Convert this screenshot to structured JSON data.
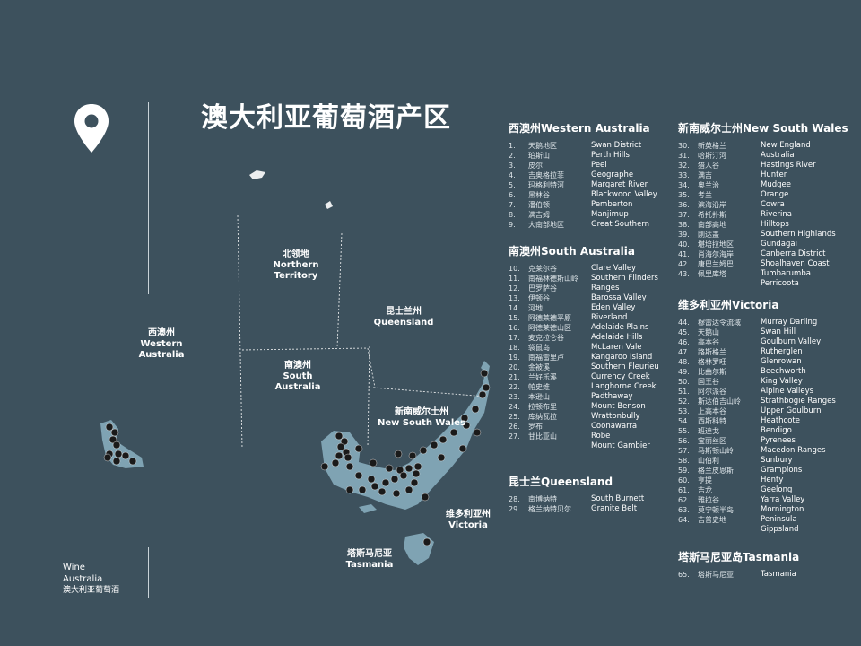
{
  "title": "澳大利亚葡萄酒产区",
  "brand": {
    "line1": "Wine",
    "line2": "Australia",
    "line3": "澳大利亚葡萄酒"
  },
  "map": {
    "land_color": "#7fa3b3",
    "marker_color": "#1a1a1a",
    "states": {
      "nt": {
        "cn": "北领地",
        "en1": "Northern",
        "en2": "Territory"
      },
      "wa": {
        "cn": "西澳州",
        "en1": "Western",
        "en2": "Australia"
      },
      "qld": {
        "cn": "昆士兰州",
        "en1": "Queensland"
      },
      "sa": {
        "cn": "南澳州",
        "en1": "South",
        "en2": "Australia"
      },
      "nsw": {
        "cn": "新南威尔士州",
        "en1": "New South Wales"
      },
      "vic": {
        "cn": "维多利亚州",
        "en1": "Victoria"
      },
      "tas": {
        "cn": "塔斯马尼亚",
        "en1": "Tasmania"
      }
    }
  },
  "sections": {
    "wa": {
      "title": "西澳州Western Australia",
      "regions": [
        {
          "num": "1.",
          "cn": "天鹅地区",
          "en": "Swan District"
        },
        {
          "num": "2.",
          "cn": "珀斯山",
          "en": "Perth Hills"
        },
        {
          "num": "3.",
          "cn": "皮尔",
          "en": "Peel"
        },
        {
          "num": "4.",
          "cn": "吉奥格拉菲",
          "en": "Geographe"
        },
        {
          "num": "5.",
          "cn": "玛格利特河",
          "en": "Margaret River"
        },
        {
          "num": "6.",
          "cn": "黑林谷",
          "en": "Blackwood Valley"
        },
        {
          "num": "7.",
          "cn": "潘伯顿",
          "en": "Pemberton"
        },
        {
          "num": "8.",
          "cn": "满吉姆",
          "en": "Manjimup"
        },
        {
          "num": "9.",
          "cn": "大南部地区",
          "en": "Great Southern"
        }
      ]
    },
    "sa": {
      "title": "南澳州South Australia",
      "regions": [
        {
          "num": "10.",
          "cn": "克莱尔谷",
          "en": "Clare Valley"
        },
        {
          "num": "11.",
          "cn": "南福林德斯山岭",
          "en": "Southern Flinders"
        },
        {
          "num": "12.",
          "cn": "巴罗萨谷",
          "en": "Ranges"
        },
        {
          "num": "13.",
          "cn": "伊顿谷",
          "en": "Barossa Valley"
        },
        {
          "num": "14.",
          "cn": "河地",
          "en": "Eden Valley"
        },
        {
          "num": "15.",
          "cn": "阿德莱德平原",
          "en": "Riverland"
        },
        {
          "num": "16.",
          "cn": "阿德莱德山区",
          "en": "Adelaide Plains"
        },
        {
          "num": "17.",
          "cn": "麦克拉仑谷",
          "en": "Adelaide Hills"
        },
        {
          "num": "18.",
          "cn": "袋鼠岛",
          "en": "McLaren Vale"
        },
        {
          "num": "19.",
          "cn": "南福雷里卢",
          "en": "Kangaroo Island"
        },
        {
          "num": "20.",
          "cn": "金被溪",
          "en": "Southern Fleurieu"
        },
        {
          "num": "21.",
          "cn": "兰好乐溪",
          "en": "Currency Creek"
        },
        {
          "num": "22.",
          "cn": "帕史维",
          "en": "Langhorne Creek"
        },
        {
          "num": "23.",
          "cn": "本逊山",
          "en": "Padthaway"
        },
        {
          "num": "24.",
          "cn": "拉顿布里",
          "en": "Mount Benson"
        },
        {
          "num": "25.",
          "cn": "库纳瓦拉",
          "en": "Wrattonbully"
        },
        {
          "num": "26.",
          "cn": "罗布",
          "en": "Coonawarra"
        },
        {
          "num": "27.",
          "cn": "甘比亚山",
          "en": "Robe"
        },
        {
          "num": "",
          "cn": "",
          "en": "Mount Gambier"
        }
      ]
    },
    "qld": {
      "title": "昆士兰Queensland",
      "regions": [
        {
          "num": "28.",
          "cn": "南博纳特",
          "en": "South Burnett"
        },
        {
          "num": "29.",
          "cn": "格兰纳特贝尔",
          "en": "Granite Belt"
        }
      ]
    },
    "nsw": {
      "title": "新南威尔士州New South Wales",
      "regions": [
        {
          "num": "30.",
          "cn": "新英格兰",
          "en": "New England"
        },
        {
          "num": "31.",
          "cn": "哈斯汀河",
          "en": "Australia"
        },
        {
          "num": "32.",
          "cn": "猎人谷",
          "en": "Hastings River"
        },
        {
          "num": "33.",
          "cn": "满吉",
          "en": "Hunter"
        },
        {
          "num": "34.",
          "cn": "奥兰治",
          "en": "Mudgee"
        },
        {
          "num": "35.",
          "cn": "考兰",
          "en": "Orange"
        },
        {
          "num": "36.",
          "cn": "滨海沿岸",
          "en": "Cowra"
        },
        {
          "num": "37.",
          "cn": "希托扑斯",
          "en": "Riverina"
        },
        {
          "num": "38.",
          "cn": "南部高地",
          "en": "Hilltops"
        },
        {
          "num": "39.",
          "cn": "刚达盖",
          "en": "Southern Highlands"
        },
        {
          "num": "40.",
          "cn": "堪培拉地区",
          "en": "Gundagai"
        },
        {
          "num": "41.",
          "cn": "肖海尔海岸",
          "en": "Canberra District"
        },
        {
          "num": "42.",
          "cn": "唐巴兰姆巴",
          "en": "Shoalhaven Coast"
        },
        {
          "num": "43.",
          "cn": "佩里库塔",
          "en": "Tumbarumba"
        },
        {
          "num": "",
          "cn": "",
          "en": "Perricoota"
        }
      ]
    },
    "vic": {
      "title": "维多利亚州Victoria",
      "regions": [
        {
          "num": "44.",
          "cn": "穆雷达令流域",
          "en": "Murray Darling"
        },
        {
          "num": "45.",
          "cn": "天鹅山",
          "en": "Swan Hill"
        },
        {
          "num": "46.",
          "cn": "高本谷",
          "en": "Goulburn Valley"
        },
        {
          "num": "47.",
          "cn": "路斯格兰",
          "en": "Rutherglen"
        },
        {
          "num": "48.",
          "cn": "格林罗旺",
          "en": "Glenrowan"
        },
        {
          "num": "49.",
          "cn": "比曲尔斯",
          "en": "Beechworth"
        },
        {
          "num": "50.",
          "cn": "国王谷",
          "en": "King Valley"
        },
        {
          "num": "51.",
          "cn": "阿尔派谷",
          "en": "Alpine Valleys"
        },
        {
          "num": "52.",
          "cn": "斯达伯吉山岭",
          "en": "Strathbogie Ranges"
        },
        {
          "num": "53.",
          "cn": "上高本谷",
          "en": "Upper Goulburn"
        },
        {
          "num": "54.",
          "cn": "西斯科特",
          "en": "Heathcote"
        },
        {
          "num": "55.",
          "cn": "班迪戈",
          "en": "Bendigo"
        },
        {
          "num": "56.",
          "cn": "宝丽丝区",
          "en": "Pyrenees"
        },
        {
          "num": "57.",
          "cn": "马斯顿山岭",
          "en": "Macedon Ranges"
        },
        {
          "num": "58.",
          "cn": "山伯利",
          "en": "Sunbury"
        },
        {
          "num": "59.",
          "cn": "格兰皮恩斯",
          "en": "Grampions"
        },
        {
          "num": "60.",
          "cn": "亨提",
          "en": "Henty"
        },
        {
          "num": "61.",
          "cn": "吉龙",
          "en": "Geelong"
        },
        {
          "num": "62.",
          "cn": "雅拉谷",
          "en": "Yarra Valley"
        },
        {
          "num": "63.",
          "cn": "莫宁顿半岛",
          "en": "Mornington"
        },
        {
          "num": "64.",
          "cn": "吉普史地",
          "en": "Peninsula"
        },
        {
          "num": "",
          "cn": "",
          "en": "Gippsland"
        }
      ]
    },
    "tas": {
      "title": "塔斯马尼亚岛Tasmania",
      "regions": [
        {
          "num": "65.",
          "cn": "塔斯马尼亚",
          "en": "Tasmania"
        }
      ]
    }
  }
}
